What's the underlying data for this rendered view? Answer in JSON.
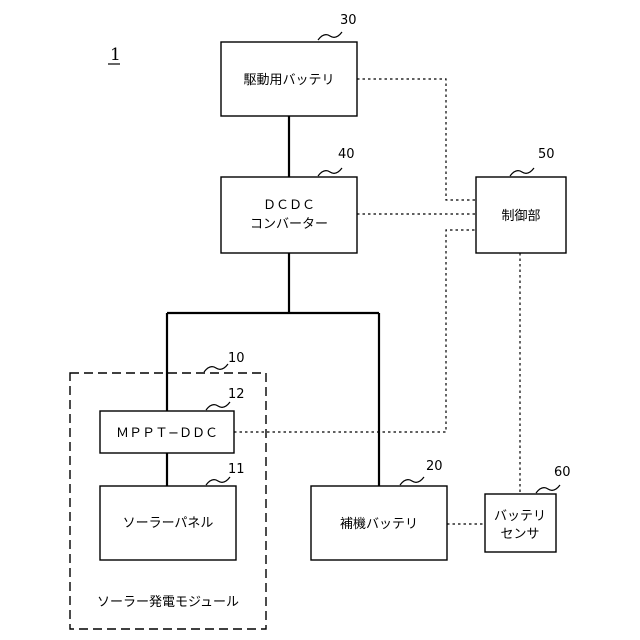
{
  "figure_label": "1",
  "drive_battery": {
    "label": "駆動用バッテリ",
    "ref": "30"
  },
  "dcdc_converter": {
    "line1": "ＤＣＤＣ",
    "line2": "コンバーター",
    "ref": "40"
  },
  "controller": {
    "label": "制御部",
    "ref": "50"
  },
  "solar_module": {
    "label": "ソーラー発電モジュール",
    "ref": "10"
  },
  "mppt_ddc": {
    "label": "ＭＰＰＴ−ＤＤＣ",
    "ref": "12"
  },
  "solar_panel": {
    "label": "ソーラーパネル",
    "ref": "11"
  },
  "aux_battery": {
    "label": "補機バッテリ",
    "ref": "20"
  },
  "battery_sensor": {
    "line1": "バッテリ",
    "line2": "センサ",
    "ref": "60"
  }
}
